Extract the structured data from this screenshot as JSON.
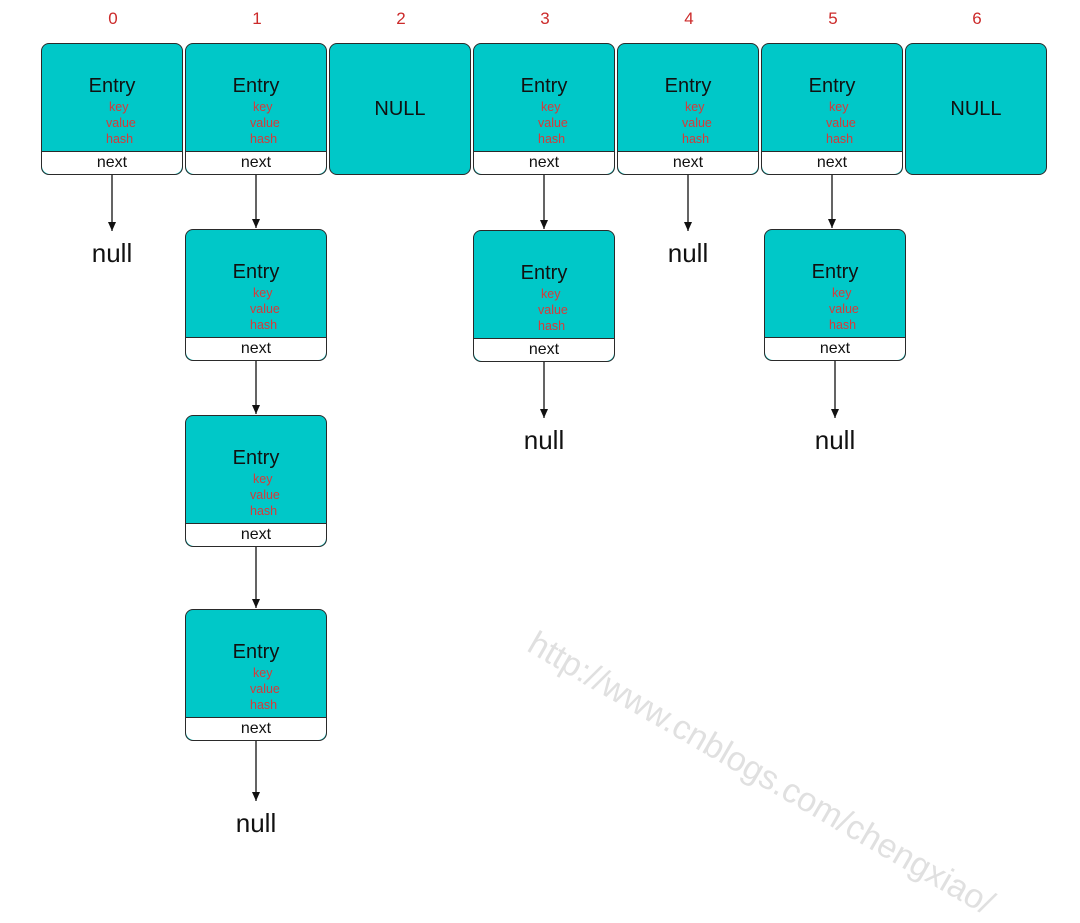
{
  "indices": [
    "0",
    "1",
    "2",
    "3",
    "4",
    "5",
    "6"
  ],
  "labels": {
    "entry": "Entry",
    "key": "key",
    "value": "value",
    "hash": "hash",
    "next": "next",
    "null_bucket": "NULL",
    "null_terminator": "null"
  },
  "buckets": [
    {
      "index": "0",
      "type": "entry",
      "chain_length": 1
    },
    {
      "index": "1",
      "type": "entry",
      "chain_length": 4
    },
    {
      "index": "2",
      "type": "null"
    },
    {
      "index": "3",
      "type": "entry",
      "chain_length": 2
    },
    {
      "index": "4",
      "type": "entry",
      "chain_length": 1
    },
    {
      "index": "5",
      "type": "entry",
      "chain_length": 2
    },
    {
      "index": "6",
      "type": "null"
    }
  ],
  "watermark": "http://www.cnblogs.com/chengxiao/",
  "colors": {
    "cell_fill": "#00c8c8",
    "index_text": "#cc2a2a",
    "field_text": "#d63a3a",
    "outline": "#2a2a2a"
  }
}
